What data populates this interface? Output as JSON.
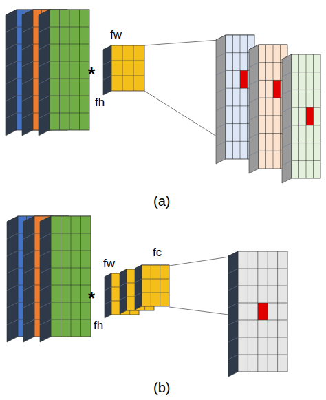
{
  "diagram": {
    "labels": [
      "fw",
      "*",
      "fh",
      "(a)",
      "fw",
      "fc",
      "*",
      "fh",
      "(b)"
    ]
  }
}
